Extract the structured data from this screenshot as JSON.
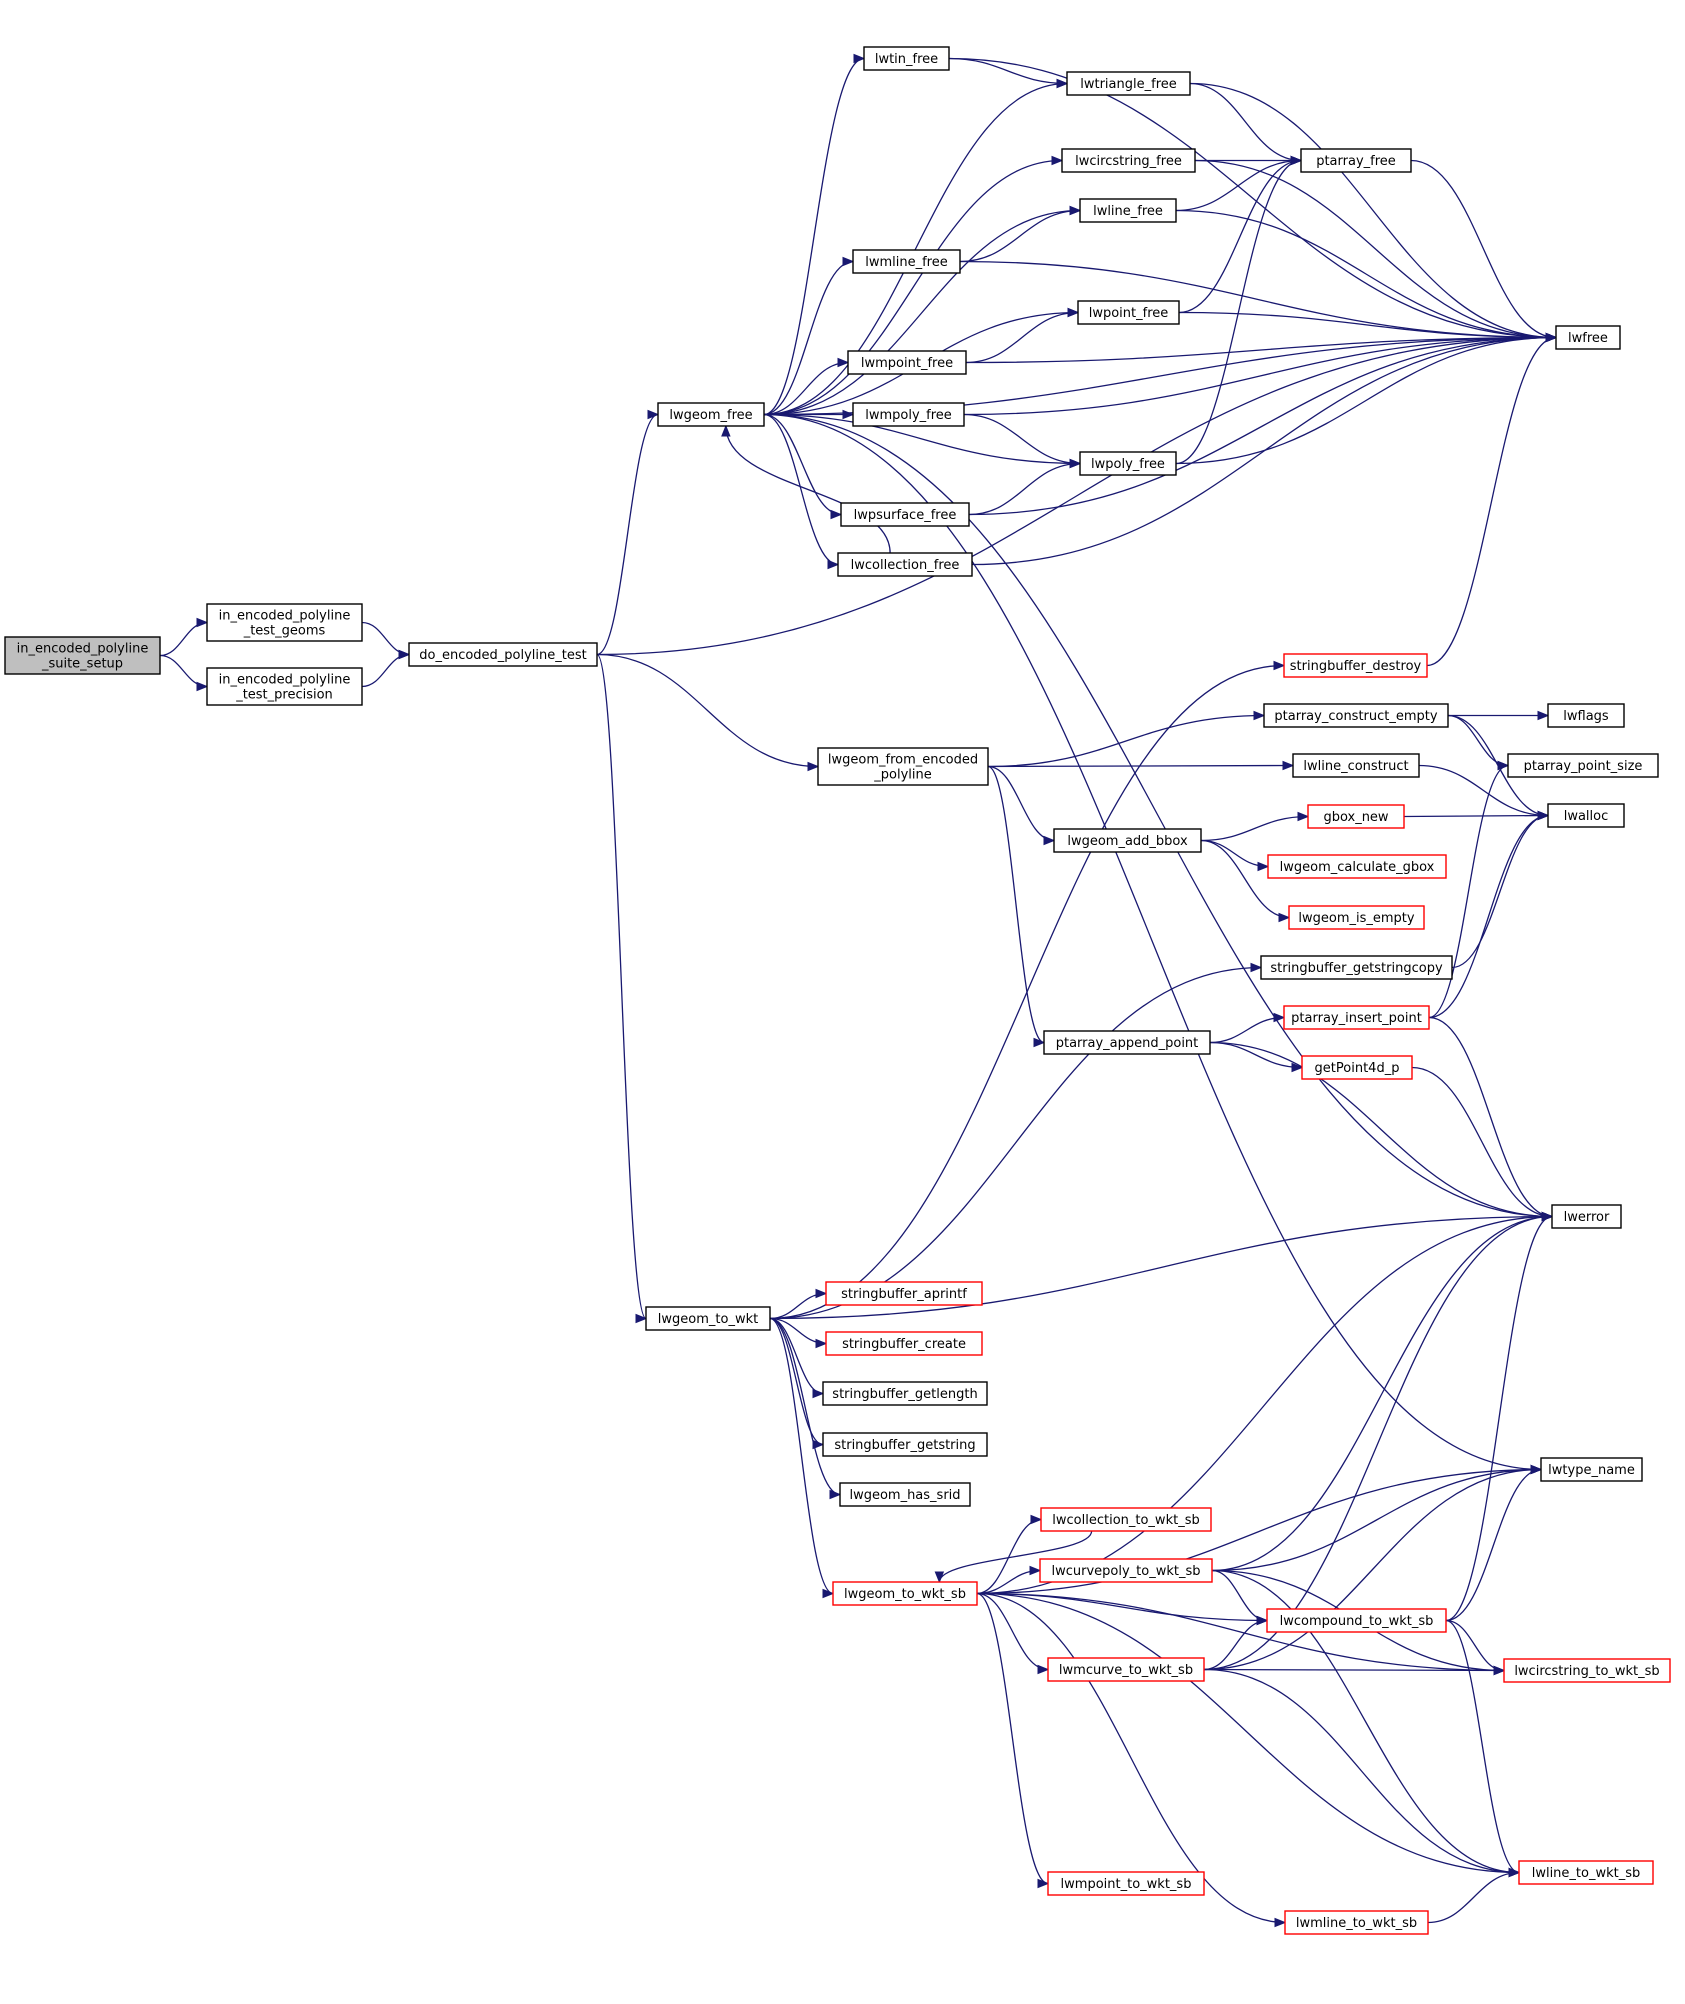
{
  "colors": {
    "edge": "#191970",
    "node_border": "#000000",
    "truncated_border": "#ff0000",
    "root_fill": "#bfbfbf",
    "node_fill": "#ffffff"
  },
  "nodes": [
    {
      "id": "in_encoded_polyline_suite_setup",
      "lines": [
        "in_encoded_polyline",
        "_suite_setup"
      ],
      "root": true
    },
    {
      "id": "in_encoded_polyline_test_geoms",
      "lines": [
        "in_encoded_polyline",
        "_test_geoms"
      ]
    },
    {
      "id": "in_encoded_polyline_test_precision",
      "lines": [
        "in_encoded_polyline",
        "_test_precision"
      ]
    },
    {
      "id": "do_encoded_polyline_test",
      "lines": [
        "do_encoded_polyline_test"
      ]
    },
    {
      "id": "lwgeom_free",
      "lines": [
        "lwgeom_free"
      ]
    },
    {
      "id": "lwtin_free",
      "lines": [
        "lwtin_free"
      ]
    },
    {
      "id": "lwtriangle_free",
      "lines": [
        "lwtriangle_free"
      ]
    },
    {
      "id": "lwcircstring_free",
      "lines": [
        "lwcircstring_free"
      ]
    },
    {
      "id": "lwline_free",
      "lines": [
        "lwline_free"
      ]
    },
    {
      "id": "lwmline_free",
      "lines": [
        "lwmline_free"
      ]
    },
    {
      "id": "lwpoint_free",
      "lines": [
        "lwpoint_free"
      ]
    },
    {
      "id": "lwmpoint_free",
      "lines": [
        "lwmpoint_free"
      ]
    },
    {
      "id": "lwmpoly_free",
      "lines": [
        "lwmpoly_free"
      ]
    },
    {
      "id": "lwpoly_free",
      "lines": [
        "lwpoly_free"
      ]
    },
    {
      "id": "lwpsurface_free",
      "lines": [
        "lwpsurface_free"
      ]
    },
    {
      "id": "lwcollection_free",
      "lines": [
        "lwcollection_free"
      ]
    },
    {
      "id": "ptarray_free",
      "lines": [
        "ptarray_free"
      ]
    },
    {
      "id": "lwfree",
      "lines": [
        "lwfree"
      ]
    },
    {
      "id": "stringbuffer_destroy",
      "lines": [
        "stringbuffer_destroy"
      ],
      "truncated": true
    },
    {
      "id": "lwgeom_from_encoded_polyline",
      "lines": [
        "lwgeom_from_encoded",
        "_polyline"
      ]
    },
    {
      "id": "ptarray_construct_empty",
      "lines": [
        "ptarray_construct_empty"
      ]
    },
    {
      "id": "lwflags",
      "lines": [
        "lwflags"
      ]
    },
    {
      "id": "ptarray_point_size",
      "lines": [
        "ptarray_point_size"
      ]
    },
    {
      "id": "lwline_construct",
      "lines": [
        "lwline_construct"
      ]
    },
    {
      "id": "lwalloc",
      "lines": [
        "lwalloc"
      ]
    },
    {
      "id": "lwgeom_add_bbox",
      "lines": [
        "lwgeom_add_bbox"
      ]
    },
    {
      "id": "gbox_new",
      "lines": [
        "gbox_new"
      ],
      "truncated": true
    },
    {
      "id": "lwgeom_calculate_gbox",
      "lines": [
        "lwgeom_calculate_gbox"
      ],
      "truncated": true
    },
    {
      "id": "lwgeom_is_empty",
      "lines": [
        "lwgeom_is_empty"
      ],
      "truncated": true
    },
    {
      "id": "stringbuffer_getstringcopy",
      "lines": [
        "stringbuffer_getstringcopy"
      ]
    },
    {
      "id": "ptarray_append_point",
      "lines": [
        "ptarray_append_point"
      ]
    },
    {
      "id": "ptarray_insert_point",
      "lines": [
        "ptarray_insert_point"
      ],
      "truncated": true
    },
    {
      "id": "getPoint4d_p",
      "lines": [
        "getPoint4d_p"
      ],
      "truncated": true
    },
    {
      "id": "lwerror",
      "lines": [
        "lwerror"
      ]
    },
    {
      "id": "lwgeom_to_wkt",
      "lines": [
        "lwgeom_to_wkt"
      ]
    },
    {
      "id": "stringbuffer_aprintf",
      "lines": [
        "stringbuffer_aprintf"
      ],
      "truncated": true
    },
    {
      "id": "stringbuffer_create",
      "lines": [
        "stringbuffer_create"
      ],
      "truncated": true
    },
    {
      "id": "stringbuffer_getlength",
      "lines": [
        "stringbuffer_getlength"
      ]
    },
    {
      "id": "stringbuffer_getstring",
      "lines": [
        "stringbuffer_getstring"
      ]
    },
    {
      "id": "lwgeom_has_srid",
      "lines": [
        "lwgeom_has_srid"
      ]
    },
    {
      "id": "lwtype_name",
      "lines": [
        "lwtype_name"
      ]
    },
    {
      "id": "lwcollection_to_wkt_sb",
      "lines": [
        "lwcollection_to_wkt_sb"
      ],
      "truncated": true
    },
    {
      "id": "lwgeom_to_wkt_sb",
      "lines": [
        "lwgeom_to_wkt_sb"
      ],
      "truncated": true
    },
    {
      "id": "lwcurvepoly_to_wkt_sb",
      "lines": [
        "lwcurvepoly_to_wkt_sb"
      ],
      "truncated": true
    },
    {
      "id": "lwcompound_to_wkt_sb",
      "lines": [
        "lwcompound_to_wkt_sb"
      ],
      "truncated": true
    },
    {
      "id": "lwmcurve_to_wkt_sb",
      "lines": [
        "lwmcurve_to_wkt_sb"
      ],
      "truncated": true
    },
    {
      "id": "lwcircstring_to_wkt_sb",
      "lines": [
        "lwcircstring_to_wkt_sb"
      ],
      "truncated": true
    },
    {
      "id": "lwmpoint_to_wkt_sb",
      "lines": [
        "lwmpoint_to_wkt_sb"
      ],
      "truncated": true
    },
    {
      "id": "lwline_to_wkt_sb",
      "lines": [
        "lwline_to_wkt_sb"
      ],
      "truncated": true
    },
    {
      "id": "lwmline_to_wkt_sb",
      "lines": [
        "lwmline_to_wkt_sb"
      ],
      "truncated": true
    }
  ],
  "edges": [
    [
      "in_encoded_polyline_suite_setup",
      "in_encoded_polyline_test_geoms"
    ],
    [
      "in_encoded_polyline_suite_setup",
      "in_encoded_polyline_test_precision"
    ],
    [
      "in_encoded_polyline_test_geoms",
      "do_encoded_polyline_test"
    ],
    [
      "in_encoded_polyline_test_precision",
      "do_encoded_polyline_test"
    ],
    [
      "do_encoded_polyline_test",
      "lwgeom_free"
    ],
    [
      "do_encoded_polyline_test",
      "lwfree"
    ],
    [
      "do_encoded_polyline_test",
      "lwgeom_from_encoded_polyline"
    ],
    [
      "do_encoded_polyline_test",
      "lwgeom_to_wkt"
    ],
    [
      "lwgeom_free",
      "lwtin_free"
    ],
    [
      "lwgeom_free",
      "lwtriangle_free"
    ],
    [
      "lwgeom_free",
      "lwcircstring_free"
    ],
    [
      "lwgeom_free",
      "lwline_free"
    ],
    [
      "lwgeom_free",
      "lwmline_free"
    ],
    [
      "lwgeom_free",
      "lwpoint_free"
    ],
    [
      "lwgeom_free",
      "lwmpoint_free"
    ],
    [
      "lwgeom_free",
      "lwmpoly_free"
    ],
    [
      "lwgeom_free",
      "lwpoly_free"
    ],
    [
      "lwgeom_free",
      "lwpsurface_free"
    ],
    [
      "lwgeom_free",
      "lwcollection_free"
    ],
    [
      "lwgeom_free",
      "lwfree"
    ],
    [
      "lwgeom_free",
      "lwerror"
    ],
    [
      "lwgeom_free",
      "lwtype_name"
    ],
    [
      "lwtin_free",
      "lwtriangle_free"
    ],
    [
      "lwtin_free",
      "lwfree"
    ],
    [
      "lwtriangle_free",
      "ptarray_free"
    ],
    [
      "lwtriangle_free",
      "lwfree"
    ],
    [
      "lwcircstring_free",
      "ptarray_free"
    ],
    [
      "lwcircstring_free",
      "lwfree"
    ],
    [
      "lwline_free",
      "ptarray_free"
    ],
    [
      "lwline_free",
      "lwfree"
    ],
    [
      "lwmline_free",
      "lwline_free"
    ],
    [
      "lwmline_free",
      "lwfree"
    ],
    [
      "lwpoint_free",
      "ptarray_free"
    ],
    [
      "lwpoint_free",
      "lwfree"
    ],
    [
      "lwmpoint_free",
      "lwpoint_free"
    ],
    [
      "lwmpoint_free",
      "lwfree"
    ],
    [
      "lwmpoly_free",
      "lwpoly_free"
    ],
    [
      "lwmpoly_free",
      "lwfree"
    ],
    [
      "lwpoly_free",
      "ptarray_free"
    ],
    [
      "lwpoly_free",
      "lwfree"
    ],
    [
      "lwpsurface_free",
      "lwpoly_free"
    ],
    [
      "lwpsurface_free",
      "lwfree"
    ],
    [
      "lwcollection_free",
      "lwgeom_free"
    ],
    [
      "lwcollection_free",
      "lwfree"
    ],
    [
      "ptarray_free",
      "lwfree"
    ],
    [
      "stringbuffer_destroy",
      "lwfree"
    ],
    [
      "lwgeom_from_encoded_polyline",
      "ptarray_construct_empty"
    ],
    [
      "lwgeom_from_encoded_polyline",
      "lwline_construct"
    ],
    [
      "lwgeom_from_encoded_polyline",
      "lwgeom_add_bbox"
    ],
    [
      "lwgeom_from_encoded_polyline",
      "ptarray_append_point"
    ],
    [
      "ptarray_construct_empty",
      "lwflags"
    ],
    [
      "ptarray_construct_empty",
      "ptarray_point_size"
    ],
    [
      "ptarray_construct_empty",
      "lwalloc"
    ],
    [
      "lwline_construct",
      "lwalloc"
    ],
    [
      "lwgeom_add_bbox",
      "gbox_new"
    ],
    [
      "lwgeom_add_bbox",
      "lwgeom_calculate_gbox"
    ],
    [
      "lwgeom_add_bbox",
      "lwgeom_is_empty"
    ],
    [
      "gbox_new",
      "lwalloc"
    ],
    [
      "stringbuffer_getstringcopy",
      "lwalloc"
    ],
    [
      "ptarray_append_point",
      "ptarray_insert_point"
    ],
    [
      "ptarray_append_point",
      "getPoint4d_p"
    ],
    [
      "ptarray_append_point",
      "lwerror"
    ],
    [
      "ptarray_insert_point",
      "ptarray_point_size"
    ],
    [
      "ptarray_insert_point",
      "lwalloc"
    ],
    [
      "ptarray_insert_point",
      "lwerror"
    ],
    [
      "getPoint4d_p",
      "lwerror"
    ],
    [
      "lwgeom_to_wkt",
      "stringbuffer_destroy"
    ],
    [
      "lwgeom_to_wkt",
      "stringbuffer_getstringcopy"
    ],
    [
      "lwgeom_to_wkt",
      "lwerror"
    ],
    [
      "lwgeom_to_wkt",
      "stringbuffer_aprintf"
    ],
    [
      "lwgeom_to_wkt",
      "stringbuffer_create"
    ],
    [
      "lwgeom_to_wkt",
      "stringbuffer_getlength"
    ],
    [
      "lwgeom_to_wkt",
      "stringbuffer_getstring"
    ],
    [
      "lwgeom_to_wkt",
      "lwgeom_has_srid"
    ],
    [
      "lwgeom_to_wkt",
      "lwgeom_to_wkt_sb"
    ],
    [
      "lwgeom_to_wkt_sb",
      "lwerror"
    ],
    [
      "lwgeom_to_wkt_sb",
      "lwtype_name"
    ],
    [
      "lwgeom_to_wkt_sb",
      "lwcollection_to_wkt_sb"
    ],
    [
      "lwgeom_to_wkt_sb",
      "lwcurvepoly_to_wkt_sb"
    ],
    [
      "lwgeom_to_wkt_sb",
      "lwcompound_to_wkt_sb"
    ],
    [
      "lwgeom_to_wkt_sb",
      "lwmcurve_to_wkt_sb"
    ],
    [
      "lwgeom_to_wkt_sb",
      "lwcircstring_to_wkt_sb"
    ],
    [
      "lwgeom_to_wkt_sb",
      "lwmpoint_to_wkt_sb"
    ],
    [
      "lwgeom_to_wkt_sb",
      "lwmline_to_wkt_sb"
    ],
    [
      "lwgeom_to_wkt_sb",
      "lwline_to_wkt_sb"
    ],
    [
      "lwcollection_to_wkt_sb",
      "lwgeom_to_wkt_sb"
    ],
    [
      "lwcurvepoly_to_wkt_sb",
      "lwerror"
    ],
    [
      "lwcurvepoly_to_wkt_sb",
      "lwtype_name"
    ],
    [
      "lwcurvepoly_to_wkt_sb",
      "lwcompound_to_wkt_sb"
    ],
    [
      "lwcurvepoly_to_wkt_sb",
      "lwcircstring_to_wkt_sb"
    ],
    [
      "lwcurvepoly_to_wkt_sb",
      "lwline_to_wkt_sb"
    ],
    [
      "lwcompound_to_wkt_sb",
      "lwerror"
    ],
    [
      "lwcompound_to_wkt_sb",
      "lwtype_name"
    ],
    [
      "lwcompound_to_wkt_sb",
      "lwcircstring_to_wkt_sb"
    ],
    [
      "lwcompound_to_wkt_sb",
      "lwline_to_wkt_sb"
    ],
    [
      "lwmcurve_to_wkt_sb",
      "lwerror"
    ],
    [
      "lwmcurve_to_wkt_sb",
      "lwtype_name"
    ],
    [
      "lwmcurve_to_wkt_sb",
      "lwcompound_to_wkt_sb"
    ],
    [
      "lwmcurve_to_wkt_sb",
      "lwcircstring_to_wkt_sb"
    ],
    [
      "lwmcurve_to_wkt_sb",
      "lwline_to_wkt_sb"
    ],
    [
      "lwmline_to_wkt_sb",
      "lwline_to_wkt_sb"
    ]
  ]
}
